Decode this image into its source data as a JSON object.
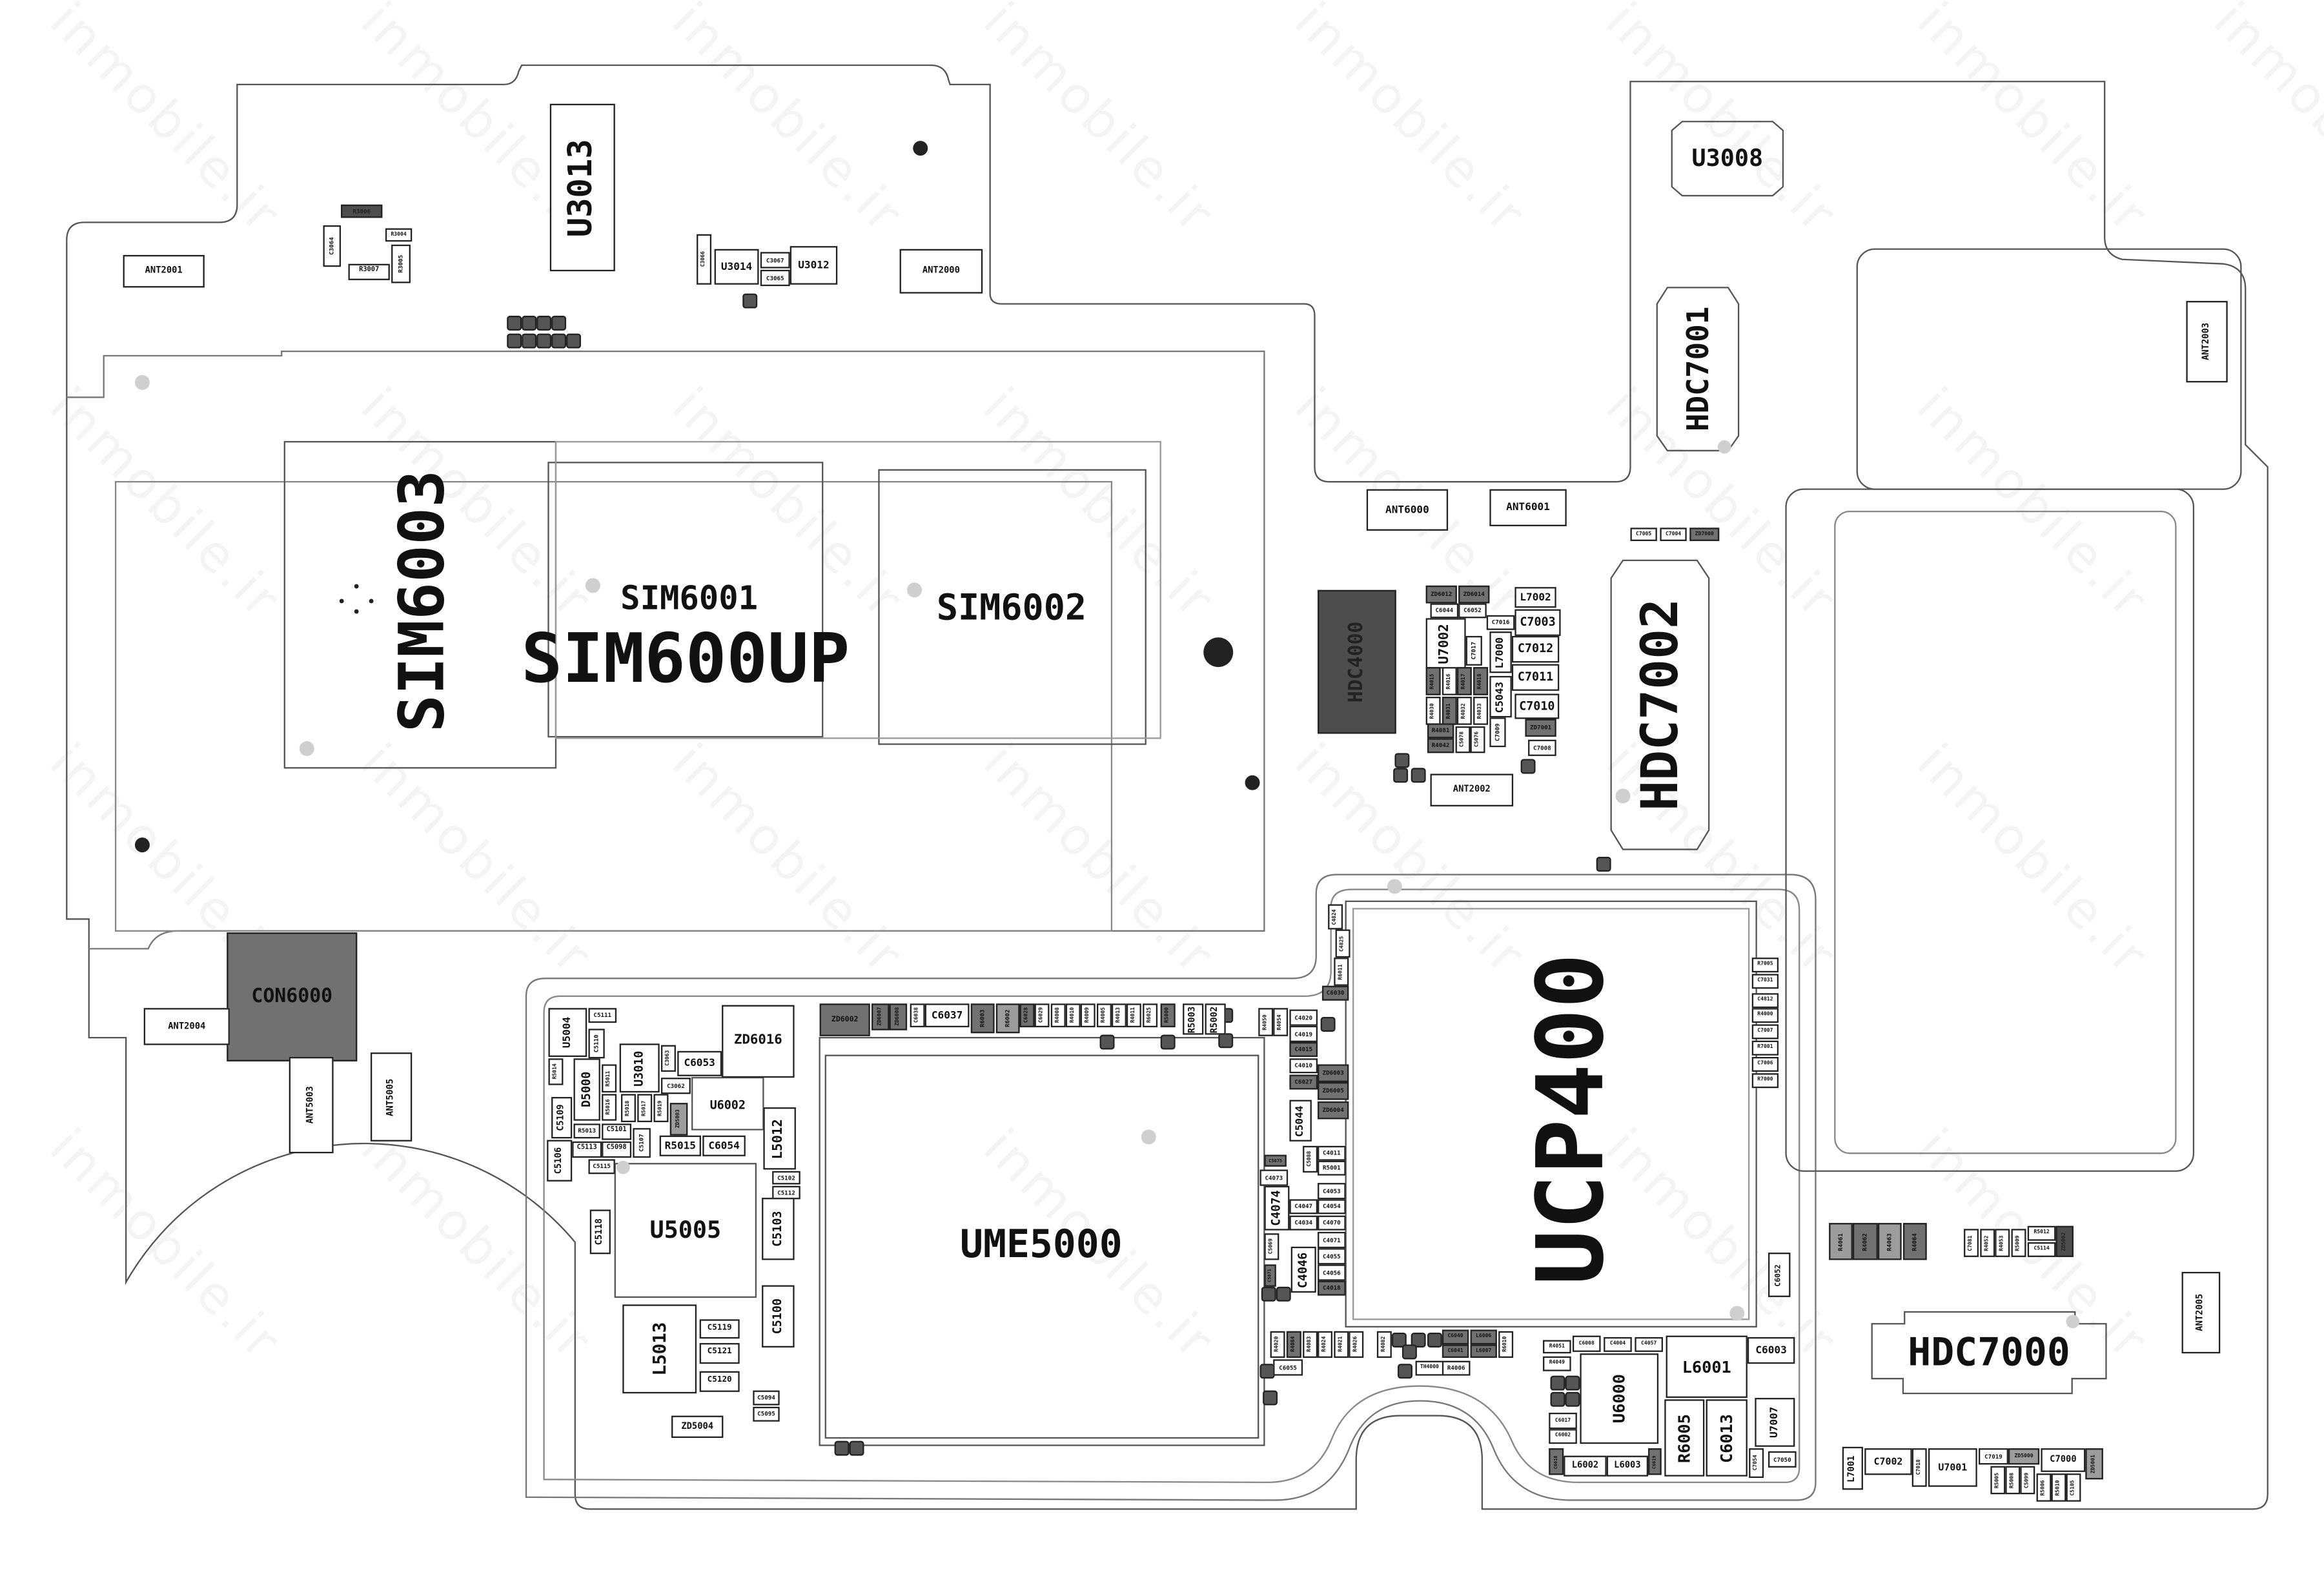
{
  "watermark": "inmobile.ir",
  "parts": {
    "top_left": [
      "ANT2001",
      "R3006",
      "C3064",
      "R3004",
      "R3005",
      "R3007",
      "U3013",
      "C3066",
      "U3014",
      "C3067",
      "C3065",
      "U3012",
      "ANT2000"
    ],
    "top_right": [
      "U3008",
      "HDC7001",
      "ANT2003",
      "ANT6000",
      "ANT6001",
      "C7005",
      "C7004",
      "ZD7000"
    ],
    "sim": [
      "SIM6003",
      "SIM6001",
      "SIM600UP",
      "SIM6002"
    ],
    "left": [
      "CON6000",
      "ANT2004",
      "ANT5003",
      "ANT5005"
    ],
    "center_right": [
      "HDC4000",
      "ZD6012",
      "ZD6014",
      "C6044",
      "C6052",
      "C7016",
      "L7002",
      "C7003",
      "U7002",
      "C7017",
      "L7000",
      "C7012",
      "C7011",
      "R4015",
      "R4016",
      "R4017",
      "R4018",
      "C5043",
      "C7010",
      "R4030",
      "R4031",
      "R4032",
      "R4033",
      "R4081",
      "R4042",
      "C5078",
      "C5076",
      "C7009",
      "ZD7001",
      "C7008",
      "ANT2002",
      "HDC7002"
    ],
    "bottom_left": [
      "U5004",
      "C5111",
      "C5110",
      "R5014",
      "D5000",
      "R5011",
      "R5016",
      "U3010",
      "C3063",
      "C6053",
      "C3062",
      "R5018",
      "R5017",
      "R5019",
      "ZD5003",
      "ZD6016",
      "U6002",
      "L5012",
      "C5109",
      "R5013",
      "C5101",
      "C5107",
      "C5106",
      "C5113",
      "C5098",
      "R5015",
      "C6054",
      "C5115",
      "C5102",
      "C5112",
      "U5005",
      "C5103",
      "C5118",
      "C5100",
      "L5013",
      "C5119",
      "C5121",
      "C5120",
      "C5094",
      "C5095",
      "ZD5004"
    ],
    "ume_row": [
      "ZD6002",
      "ZD6007",
      "ZD6008",
      "C6038",
      "C6037",
      "R6003",
      "R6002",
      "C6028",
      "C6029",
      "R4008",
      "R4010",
      "R4009",
      "R4005",
      "R4013",
      "R4011",
      "R6025",
      "R5000",
      "R5003",
      "R5002"
    ],
    "ume": [
      "UME5000"
    ],
    "ucp_left": [
      "C4824",
      "C4825",
      "R6011",
      "C6030",
      "R4050",
      "R4054",
      "C4020",
      "C4019",
      "C4015",
      "C4010",
      "C6027",
      "ZD6003",
      "ZD6005",
      "ZD6004",
      "C5044",
      "C5088",
      "C4011",
      "R5001",
      "C5075",
      "C4073",
      "C4074",
      "C4047",
      "C4034",
      "C4053",
      "C4054",
      "C4070",
      "C4071",
      "C4055",
      "C4056",
      "C4018",
      "C5069",
      "C4046",
      "C5071"
    ],
    "ucp": [
      "UCP400"
    ],
    "ucp_right": [
      "R7005",
      "C7031",
      "C4812",
      "R4000",
      "C7007",
      "R7001",
      "C7006",
      "R7000",
      "C6052"
    ],
    "bottom_mid": [
      "R4020",
      "R4084",
      "R4083",
      "R4024",
      "R4021",
      "R4026",
      "R4082",
      "C6040",
      "C6041",
      "L6006",
      "L6007",
      "R6010",
      "C6055",
      "TH4000",
      "R4006"
    ],
    "bottom_center": [
      "R4051",
      "C6008",
      "C4004",
      "C4057",
      "R4049",
      "U6000",
      "L6001",
      "C6003",
      "C6017",
      "C6002",
      "C6018",
      "L6002",
      "L6003",
      "C6019",
      "R6005",
      "C6013",
      "U7007",
      "C7054",
      "C7050"
    ],
    "bottom_right": [
      "HDC7000",
      "L7001",
      "C7002",
      "C7018",
      "U7001",
      "C7019",
      "ZD5000",
      "C7000",
      "ZD5001",
      "R5005",
      "R5008",
      "C5099",
      "R5006",
      "R5010",
      "C5105",
      "R4061",
      "R4062",
      "R4063",
      "R4064",
      "C7081",
      "R4052",
      "R4053",
      "R5009",
      "R5012",
      "C5114",
      "ZD5002",
      "ANT2005"
    ]
  }
}
